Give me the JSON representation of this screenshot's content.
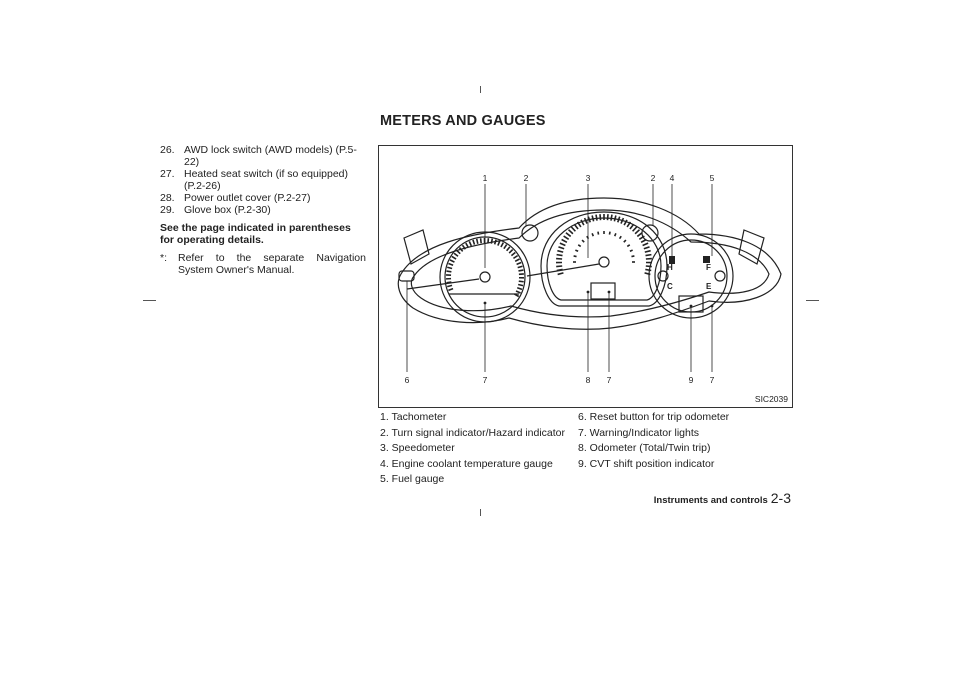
{
  "left_list": [
    {
      "num": "26.",
      "text": "AWD lock switch (AWD models) (P.5-22)"
    },
    {
      "num": "27.",
      "text": "Heated seat switch (if so equipped)",
      "cont": "(P.2-26)"
    },
    {
      "num": "28.",
      "text": "Power outlet cover (P.2-27)"
    },
    {
      "num": "29.",
      "text": "Glove box (P.2-30)"
    }
  ],
  "bold_note": "See the page indicated in parentheses for operating details.",
  "footnote": {
    "mark": "*:",
    "text": "Refer to the separate Navigation System Owner's Manual."
  },
  "section_title": "METERS AND GAUGES",
  "figure": {
    "code": "SIC2039",
    "callouts_top": [
      "1",
      "2",
      "3",
      "2",
      "4",
      "5"
    ],
    "callouts_bottom": [
      "6",
      "7",
      "8",
      "7",
      "9",
      "7"
    ],
    "gauge_letters": {
      "hot": "H",
      "cold": "C",
      "full": "F",
      "empty": "E"
    }
  },
  "legend_left": [
    "1. Tachometer",
    "2. Turn signal indicator/Hazard indicator",
    "3. Speedometer",
    "4. Engine coolant temperature gauge",
    "5. Fuel gauge"
  ],
  "legend_right": [
    "6. Reset button for trip odometer",
    "7. Warning/Indicator lights",
    "8. Odometer (Total/Twin trip)",
    "9. CVT shift position indicator"
  ],
  "footer": {
    "section": "Instruments and controls",
    "page": "2-3"
  }
}
